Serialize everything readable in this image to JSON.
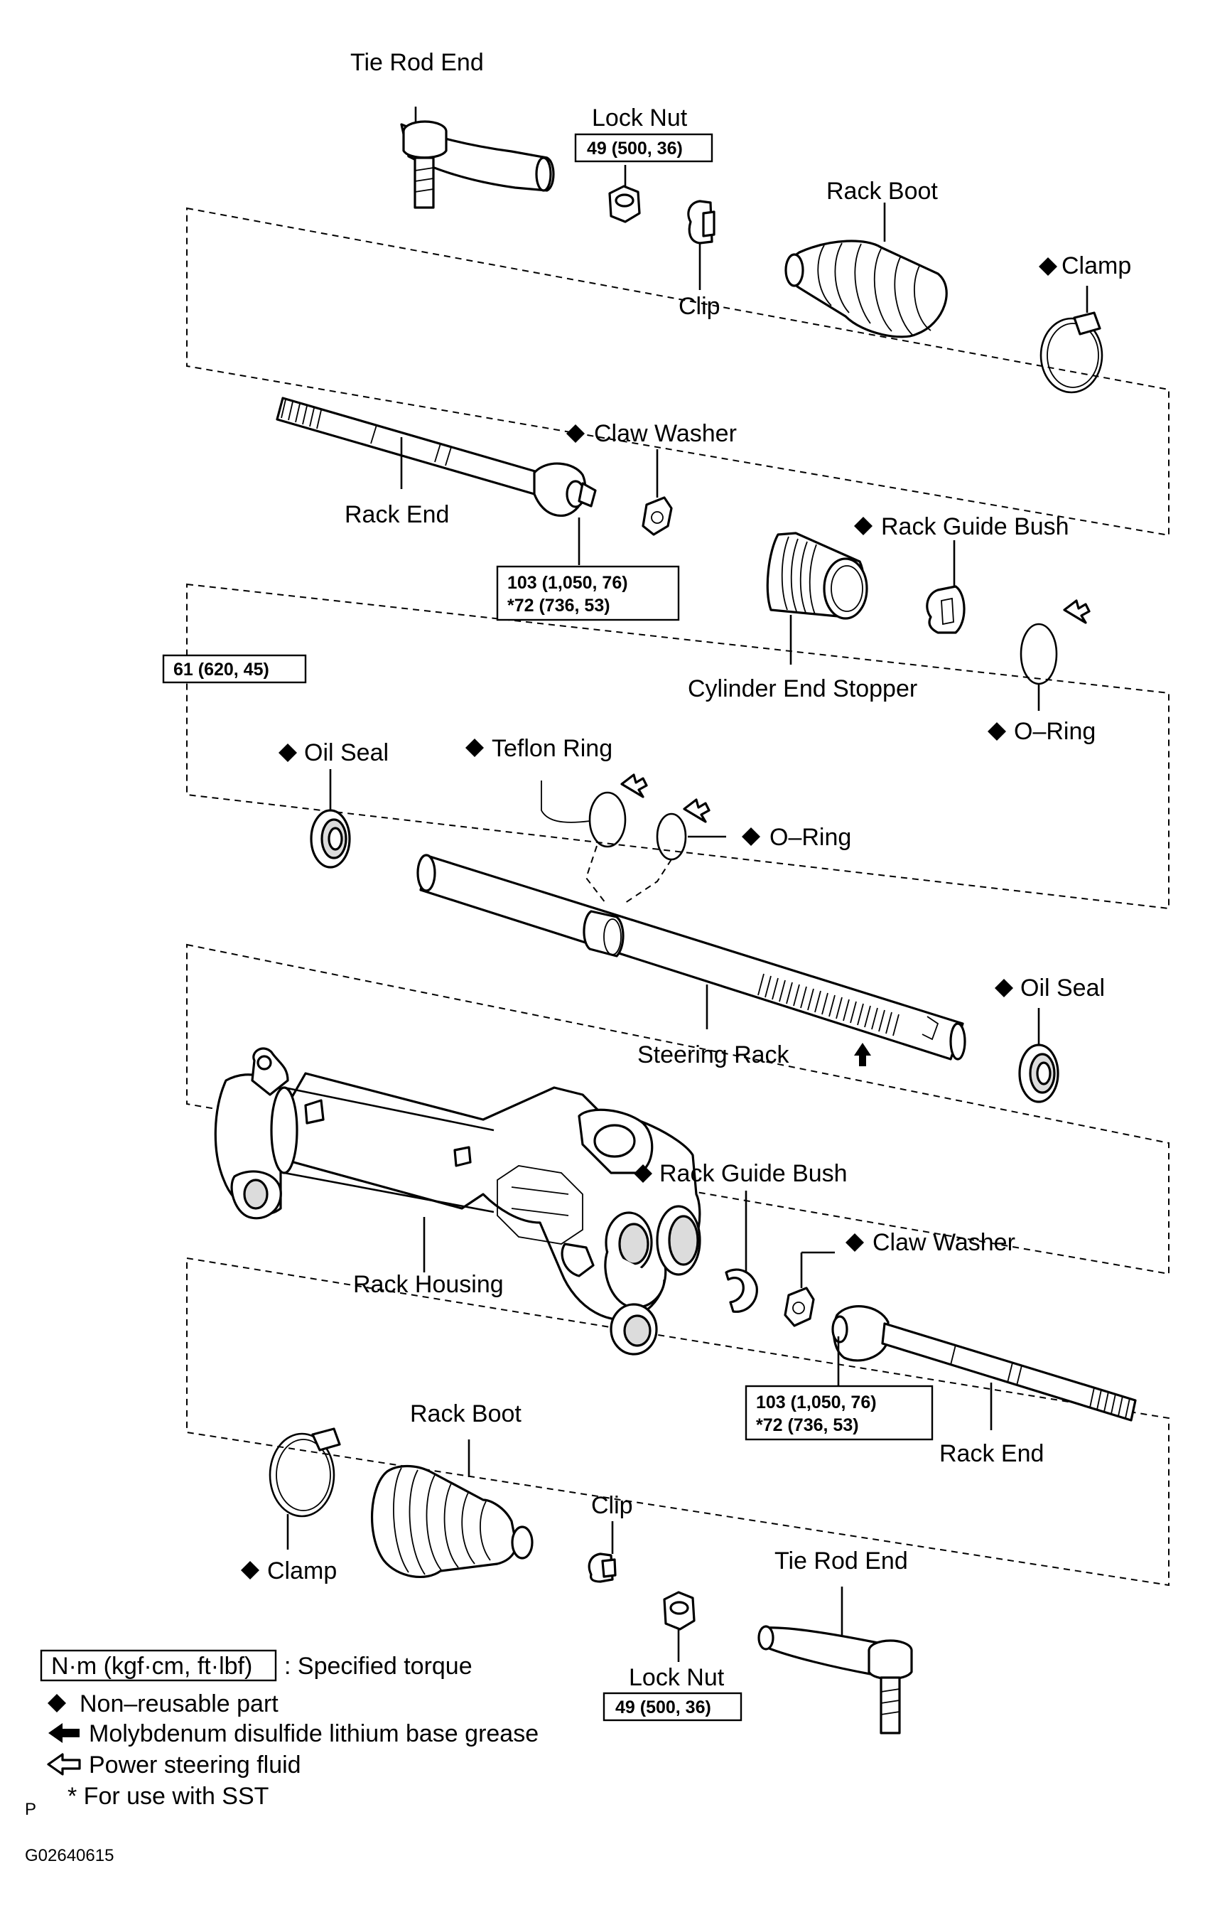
{
  "labels": {
    "tie_rod_end_top": "Tie Rod End",
    "lock_nut_top": "Lock Nut",
    "rack_boot_top": "Rack Boot",
    "clamp_top": "Clamp",
    "clip_top": "Clip",
    "claw_washer_top": "Claw Washer",
    "rack_end_top": "Rack End",
    "rack_guide_bush_top": "Rack Guide Bush",
    "cylinder_end_stopper": "Cylinder End Stopper",
    "o_ring_right": "O–Ring",
    "oil_seal_left": "Oil Seal",
    "teflon_ring": "Teflon Ring",
    "o_ring_mid": "O–Ring",
    "oil_seal_right": "Oil Seal",
    "steering_rack": "Steering Rack",
    "rack_guide_bush_bottom": "Rack Guide Bush",
    "claw_washer_bottom": "Claw Washer",
    "rack_housing": "Rack Housing",
    "rack_end_bottom": "Rack End",
    "rack_boot_bottom": "Rack Boot",
    "clip_bottom": "Clip",
    "clamp_bottom": "Clamp",
    "tie_rod_end_bottom": "Tie Rod End",
    "lock_nut_bottom": "Lock Nut"
  },
  "torques": {
    "lock_nut_top": "49 (500, 36)",
    "rack_end_top_1": "103 (1,050, 76)",
    "rack_end_top_2": "*72 (736, 53)",
    "housing_end": "61 (620, 45)",
    "rack_end_bottom_1": "103 (1,050, 76)",
    "rack_end_bottom_2": "*72 (736, 53)",
    "lock_nut_bottom": "49 (500, 36)"
  },
  "legend": {
    "unit_box": "N·m (kgf·cm, ft·lbf)",
    "unit_desc": ": Specified torque",
    "non_reusable": "Non–reusable part",
    "grease": "Molybdenum disulfide lithium base grease",
    "fluid": "Power steering fluid",
    "sst": "* For use with SST"
  },
  "footer": {
    "page_mark": "P",
    "figure_code": "G02640615"
  },
  "icons": {
    "non_reusable": "solid-diamond-icon",
    "grease": "solid-arrow-icon",
    "fluid": "outline-arrow-icon"
  }
}
